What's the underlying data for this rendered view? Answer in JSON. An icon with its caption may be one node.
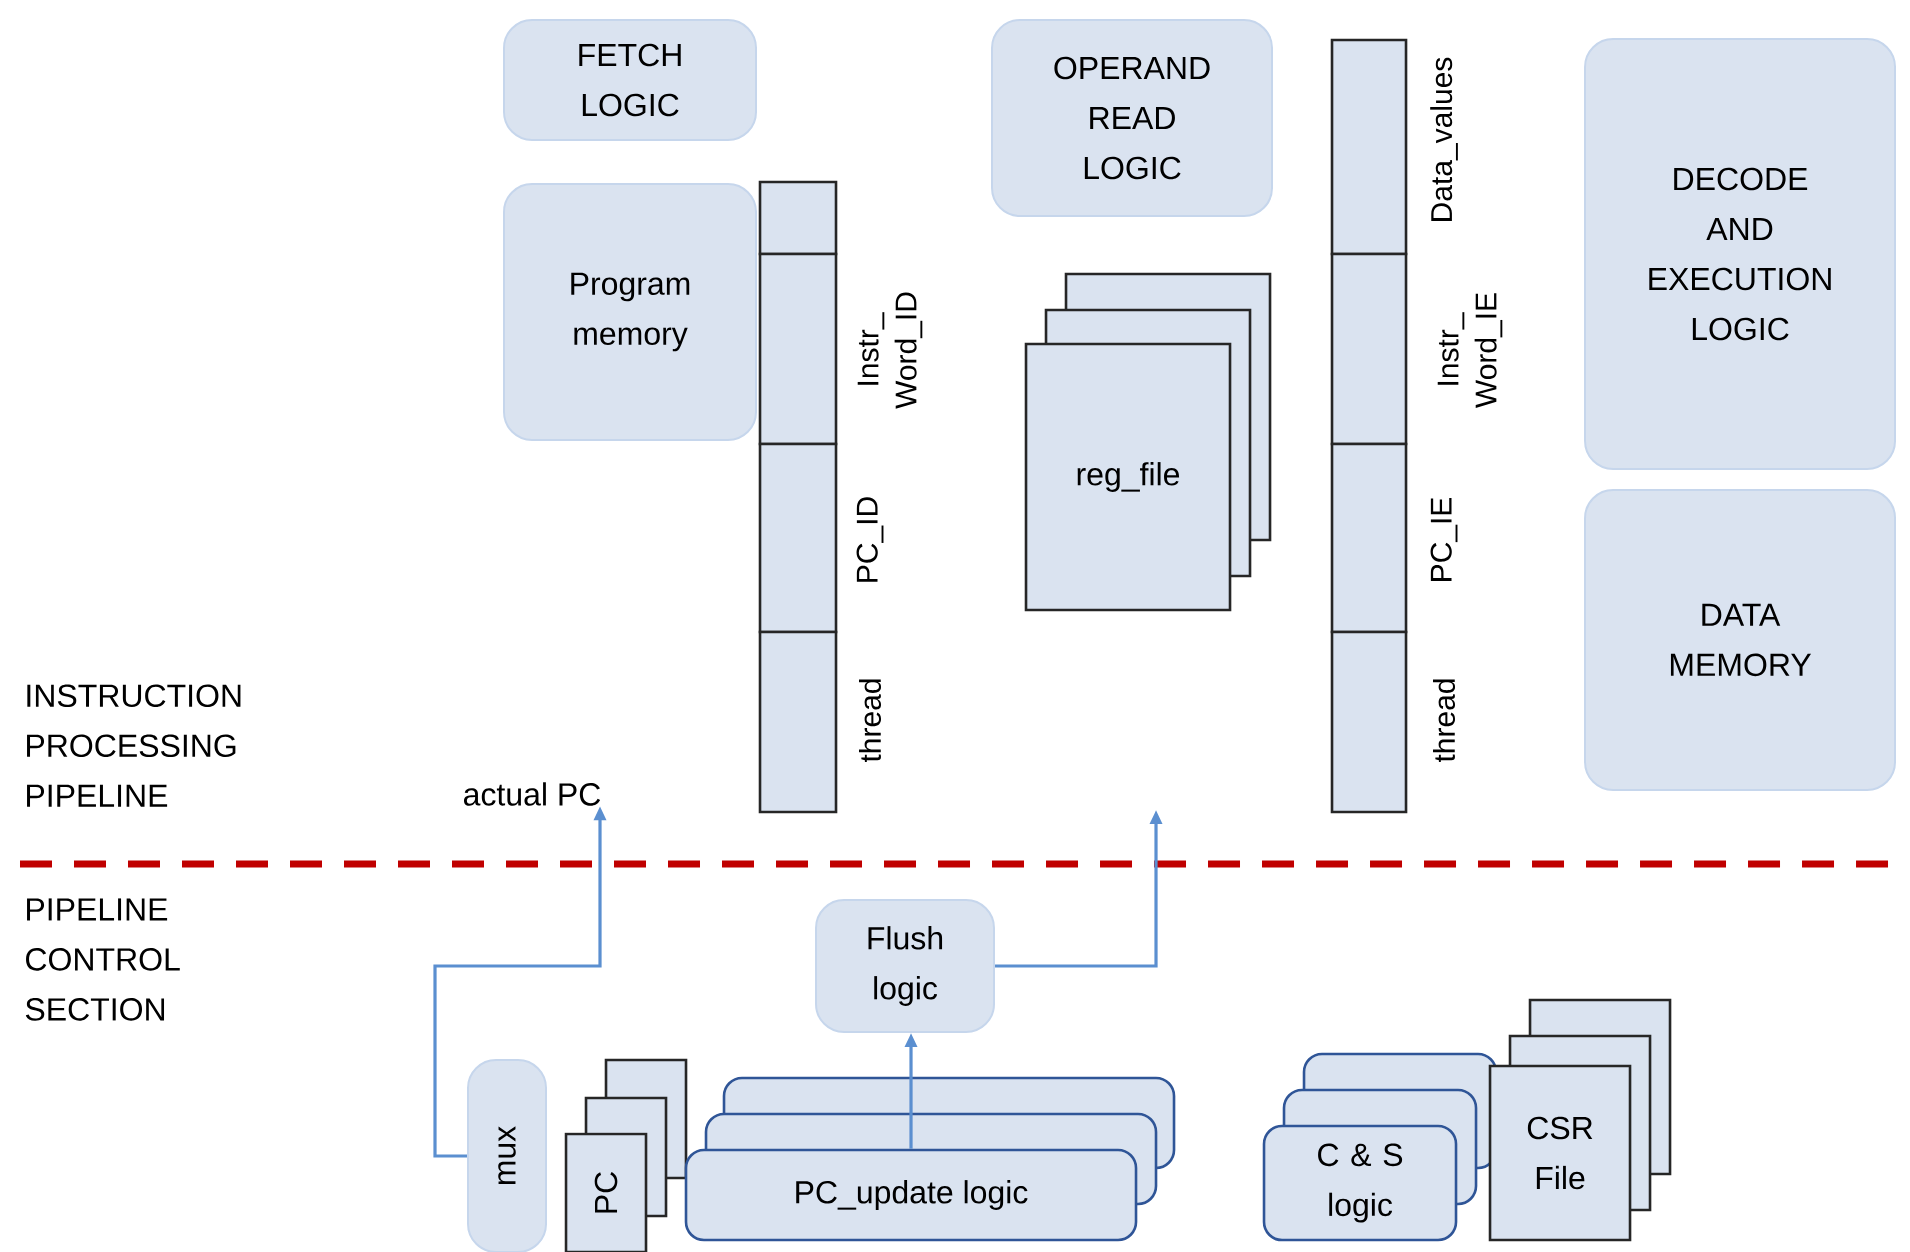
{
  "diagram": {
    "nodes": [
      {
        "text": [
          "FETCH LOGIC"
        ]
      },
      {
        "text": [
          "Program memory"
        ]
      },
      {
        "text": [
          "OPERAND READ LOGIC"
        ]
      },
      {
        "text": [
          "DECODE AND EXECUTION LOGIC"
        ]
      },
      {
        "text": [
          "DATA MEMORY"
        ]
      },
      {
        "text": [],
        "shape": "box"
      },
      {
        "text": [],
        "shape": "box",
        "beside": [
          "Instr_ Word_ID"
        ]
      },
      {
        "text": [],
        "shape": "box",
        "beside": [
          "PC_ID"
        ]
      },
      {
        "text": [],
        "shape": "box",
        "beside": [
          "thread"
        ]
      },
      {
        "text": [
          "reg_file"
        ]
      },
      {
        "text": [],
        "shape": "box",
        "beside": [
          "Data_values"
        ]
      },
      {
        "text": [],
        "shape": "box",
        "beside": [
          "Instr_ Word_IE"
        ]
      },
      {
        "text": [],
        "shape": "box",
        "beside": [
          "PC_IE"
        ]
      },
      {
        "text": [],
        "shape": "box",
        "beside": [
          "thread"
        ]
      },
      {
        "text": [
          "actual PC"
        ]
      },
      {
        "text": [
          "Flush logic"
        ]
      },
      {
        "text": [
          "mux"
        ]
      },
      {
        "text": [
          "PC"
        ]
      },
      {
        "text": [
          "PC_update logic"
        ]
      },
      {
        "text": [
          "C & S logic"
        ]
      },
      {
        "text": [
          "CSR File"
        ]
      }
    ],
    "edges": [
      {
        "from": 16,
        "to": 14,
        "arrow": "to"
      },
      {
        "from": 18,
        "to": 15,
        "arrow": "to"
      },
      {
        "from": 15,
        "to": null,
        "arrow": "to"
      }
    ],
    "labels": [
      "INSTRUCTION PROCESSING PIPELINE",
      "PIPELINE CONTROL SECTION"
    ]
  }
}
